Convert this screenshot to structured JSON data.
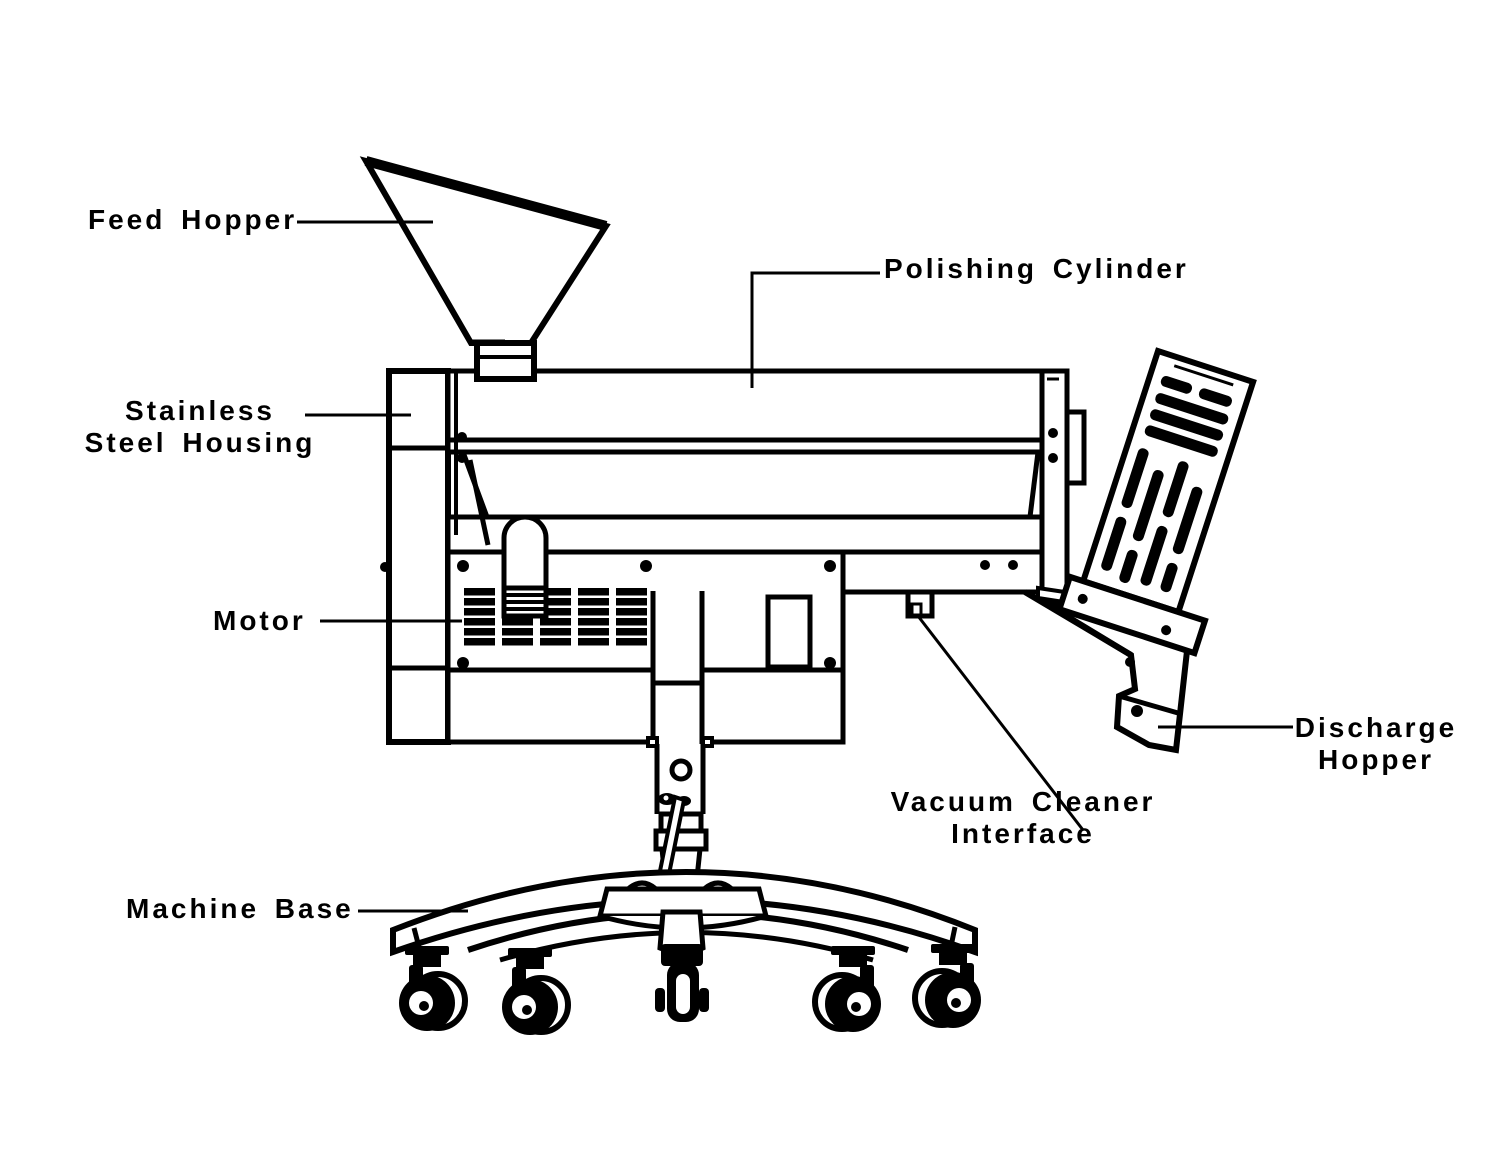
{
  "page": {
    "background": "#ffffff",
    "line_color": "#000000",
    "text_color": "#000000"
  },
  "diagram": {
    "labels": {
      "feed_hopper": "Feed Hopper",
      "stainless_steel_housing": {
        "line1": "Stainless",
        "line2": "Steel Housing"
      },
      "motor": "Motor",
      "polishing_cylinder": "Polishing Cylinder",
      "vacuum_cleaner_interface": {
        "line1": "Vacuum Cleaner",
        "line2": "Interface"
      },
      "discharge_hopper": {
        "line1": "Discharge",
        "line2": "Hopper"
      },
      "machine_base": "Machine Base"
    }
  }
}
